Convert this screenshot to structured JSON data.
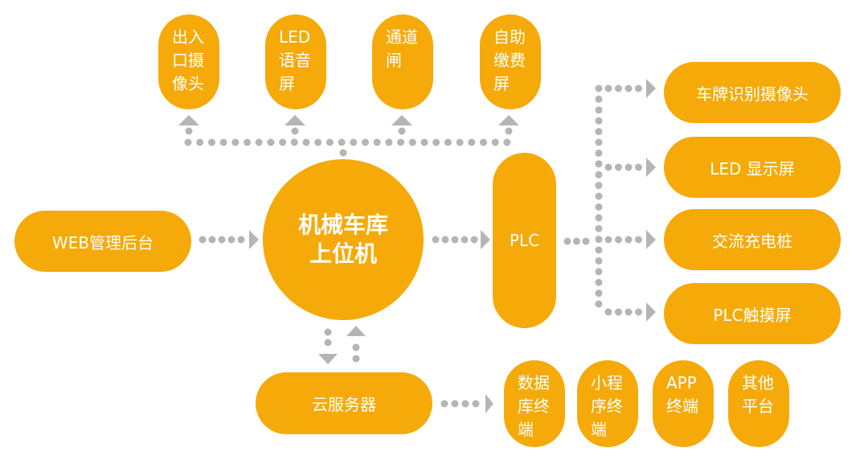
{
  "colors": {
    "node": "#F5AA0A",
    "connector": "#B5B5B5",
    "text": "#FFFFFF"
  },
  "center": {
    "line1": "机械车库",
    "line2": "上位机"
  },
  "top_nodes": [
    {
      "lines": [
        "出入",
        "口摄",
        "像头"
      ]
    },
    {
      "lines": [
        "LED",
        "语音",
        "屏"
      ]
    },
    {
      "lines": [
        "通道",
        "闸"
      ]
    },
    {
      "lines": [
        "自助",
        "缴费",
        "屏"
      ]
    }
  ],
  "web": "WEB管理后台",
  "plc": "PLC",
  "right_nodes": [
    "车牌识别摄像头",
    "LED 显示屏",
    "交流充电桩",
    "PLC触摸屏"
  ],
  "cloud": "云服务器",
  "bottom_nodes": [
    {
      "lines": [
        "数据",
        "库终",
        "端"
      ]
    },
    {
      "lines": [
        "小程",
        "序终",
        "端"
      ]
    },
    {
      "lines": [
        "APP",
        "终端"
      ]
    },
    {
      "lines": [
        "其他",
        "平台"
      ]
    }
  ]
}
